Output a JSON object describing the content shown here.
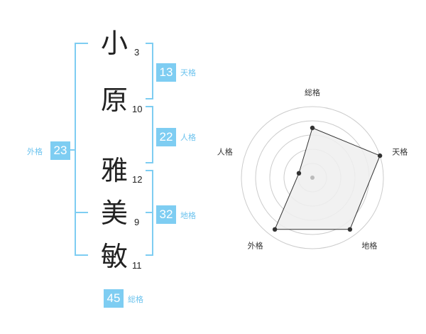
{
  "name": {
    "chars": [
      {
        "char": "小",
        "strokes": "3"
      },
      {
        "char": "原",
        "strokes": "10"
      },
      {
        "char": "雅",
        "strokes": "12"
      },
      {
        "char": "美",
        "strokes": "9"
      },
      {
        "char": "敏",
        "strokes": "11"
      }
    ]
  },
  "fortunes": {
    "tenkaku": {
      "value": "13",
      "label": "天格"
    },
    "jinkaku": {
      "value": "22",
      "label": "人格"
    },
    "chikaku": {
      "value": "32",
      "label": "地格"
    },
    "gaikaku": {
      "value": "23",
      "label": "外格"
    },
    "soukaku": {
      "value": "45",
      "label": "総格"
    }
  },
  "radar": {
    "labels": [
      "総格",
      "天格",
      "地格",
      "外格",
      "人格"
    ],
    "rings": 5,
    "levels": [
      3.5,
      5,
      4.5,
      4.5,
      1
    ],
    "max": 5,
    "colors": {
      "grid": "#cccccc",
      "fill": "#efefef",
      "line": "#333333",
      "point": "#333333",
      "center": "#bbbbbb"
    }
  },
  "colors": {
    "accent": "#7ecdf2",
    "accent_text": "#6cc3ee"
  }
}
